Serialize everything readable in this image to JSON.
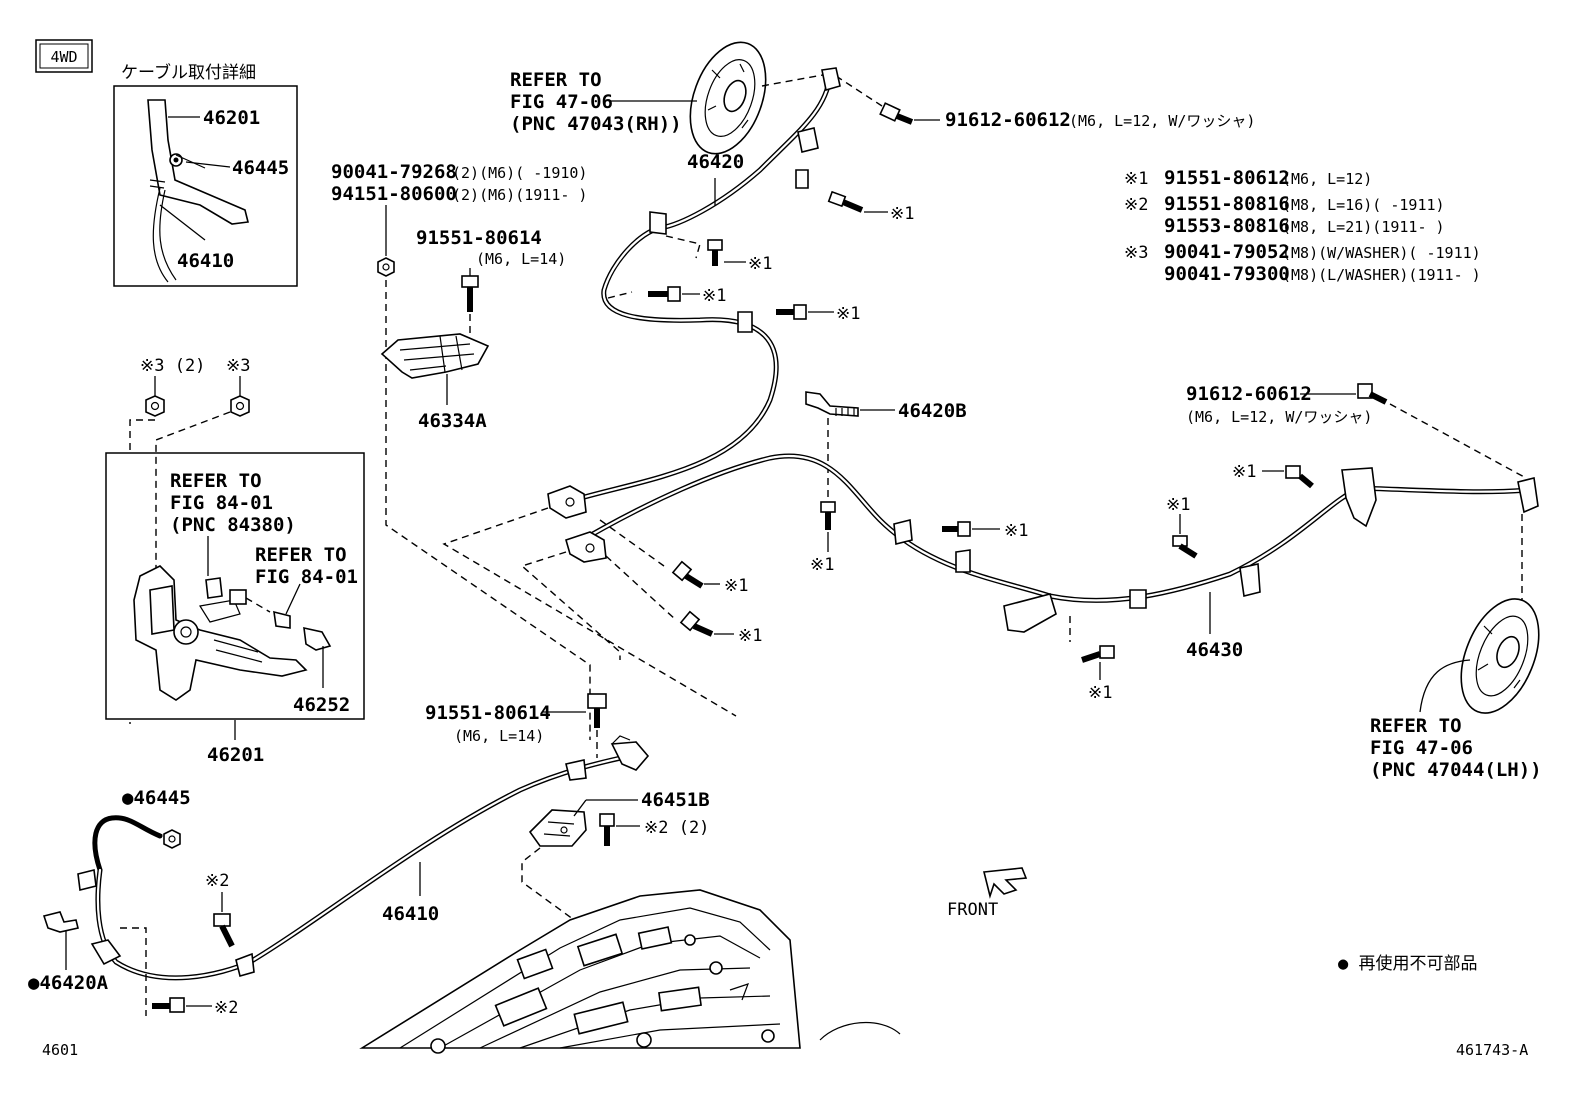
{
  "header": {
    "badge": "4WD",
    "detail_title": "ケーブル取付詳細",
    "figure_code": "4601",
    "illustration_id": "461743-A"
  },
  "legend": {
    "non_reusable": "● 再使用不可部品",
    "front": "FRONT"
  },
  "notes": {
    "n1_mark": "※1",
    "n1_part": "91551-80612",
    "n1_spec": "(M6, L=12)",
    "n2_mark": "※2",
    "n2_part_a": "91551-80816",
    "n2_spec_a": "(M8, L=16)(      -1911)",
    "n2_part_b": "91553-80816",
    "n2_spec_b": "(M8, L=21)(1911-      )",
    "n3_mark": "※3",
    "n3_part_a": "90041-79052",
    "n3_spec_a": "(M8)(W/WASHER)(      -1911)",
    "n3_part_b": "90041-79300",
    "n3_spec_b": "(M8)(L/WASHER)(1911-      )"
  },
  "labels": {
    "detail_46201": "46201",
    "detail_46445": "46445",
    "detail_46410": "46410",
    "refer_rh_l1": "REFER TO",
    "refer_rh_l2": "FIG 47-06",
    "refer_rh_l3": "(PNC 47043(RH))",
    "bolt_top_part": "91612-60612",
    "bolt_top_spec": "(M6, L=12, W/ワッシャ)",
    "nut_a_part": "90041-79268",
    "nut_a_spec": "(2)(M6)(     -1910)",
    "nut_b_part": "94151-80600",
    "nut_b_spec": "(2)(M6)(1911-     )",
    "p46420": "46420",
    "bolt_mid_part": "91551-80614",
    "bolt_mid_spec": "(M6, L=14)",
    "p46334A": "46334A",
    "p46420B": "46420B",
    "bolt_right_part": "91612-60612",
    "bolt_right_spec": "(M6, L=12, W/ワッシャ)",
    "note3_2": "※3 (2)",
    "note3": "※3",
    "refer_84380_l1": "REFER TO",
    "refer_84380_l2": "FIG 84-01",
    "refer_84380_l3": "(PNC 84380)",
    "refer_84_l1": "REFER TO",
    "refer_84_l2": "FIG 84-01",
    "p46252": "46252",
    "p46201": "46201",
    "p46430": "46430",
    "refer_lh_l1": "REFER TO",
    "refer_lh_l2": "FIG 47-06",
    "refer_lh_l3": "(PNC 47044(LH))",
    "bolt_low_part": "91551-80614",
    "bolt_low_spec": "(M6, L=14)",
    "p46451B": "46451B",
    "note2_2": "※2 (2)",
    "p46445": "●46445",
    "note2_a": "※2",
    "p46410": "46410",
    "p46420A": "●46420A",
    "note2_b": "※2",
    "x1": "※1"
  }
}
